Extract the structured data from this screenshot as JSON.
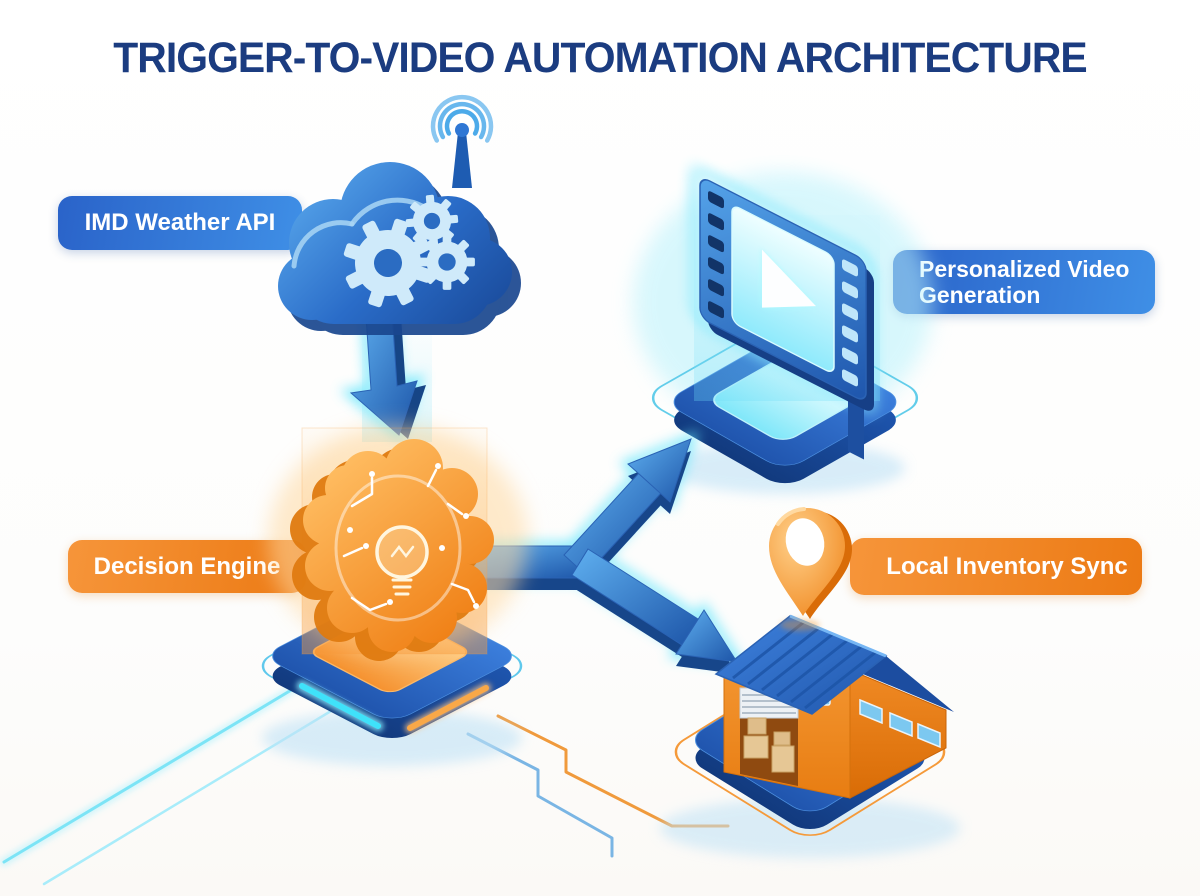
{
  "title": "TRIGGER-TO-VIDEO AUTOMATION ARCHITECTURE",
  "nodes": [
    {
      "id": "weather-api",
      "label": "IMD Weather API",
      "icon": "cloud-gears-antenna-icon",
      "pill_color": "blue"
    },
    {
      "id": "video-generation",
      "label": "Personalized Video Generation",
      "icon": "film-play-icon",
      "pill_color": "blue"
    },
    {
      "id": "decision-engine",
      "label": "Decision Engine",
      "icon": "circuit-brain-lightbulb-icon",
      "pill_color": "orange"
    },
    {
      "id": "inventory-sync",
      "label": "Local Inventory Sync",
      "icon": "location-pin-warehouse-icon",
      "pill_color": "orange"
    }
  ],
  "connections": [
    {
      "from": "weather-api",
      "to": "decision-engine",
      "style": "down-arrow"
    },
    {
      "from": "decision-engine",
      "to": "video-generation",
      "style": "branch-arrow-up-right"
    },
    {
      "from": "decision-engine",
      "to": "inventory-sync",
      "style": "branch-arrow-down-right"
    }
  ],
  "colors": {
    "title": "#1b3c80",
    "blue_pill_start": "#2a63c9",
    "blue_pill_end": "#3f8fe6",
    "orange_pill_start": "#f6953a",
    "orange_pill_end": "#ec7a14",
    "arrow_blue": "#2f6fc8",
    "glow_cyan": "#5fe0f8",
    "glow_orange": "#f8a245",
    "platform_blue": "#2d6cc9",
    "warehouse_orange": "#ef8722"
  }
}
